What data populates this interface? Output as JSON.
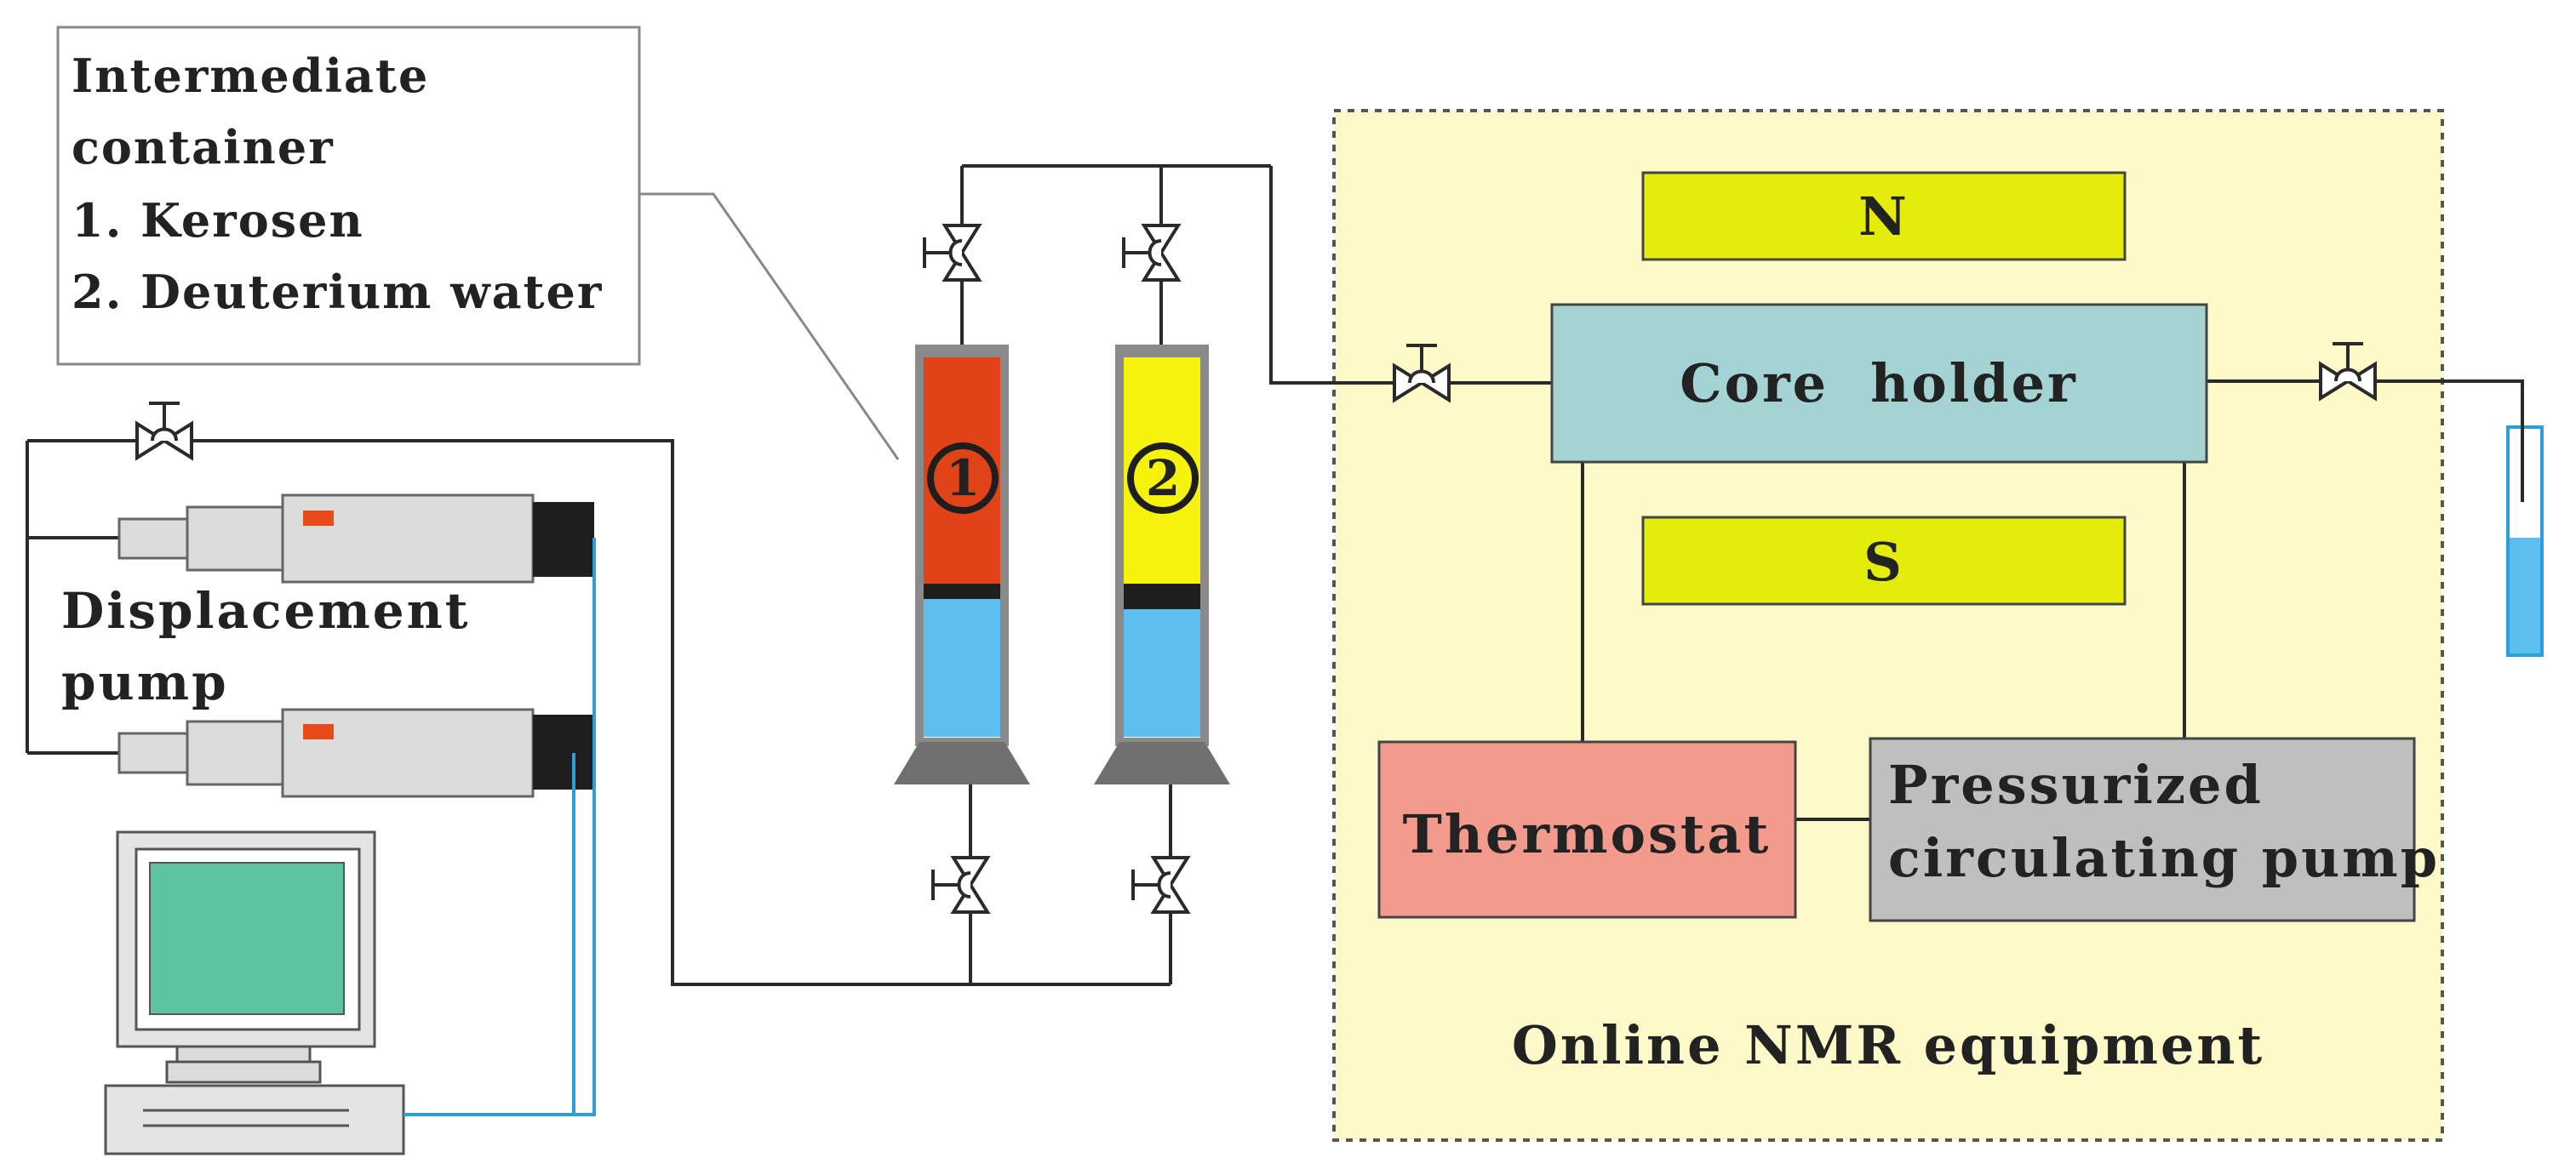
{
  "callout": {
    "lines": [
      "Intermediate",
      "container",
      "1. Kerosen",
      "2. Deuterium water"
    ]
  },
  "pump": {
    "label_line1": "Displacement",
    "label_line2": "pump"
  },
  "containers": {
    "c1_number": "1",
    "c2_number": "2"
  },
  "nmr": {
    "magnet_n": "N",
    "magnet_s": "S",
    "core_holder": "Core  holder",
    "thermostat": "Thermostat",
    "circ_pump_line1": "Pressurized",
    "circ_pump_line2": "circulating pump",
    "equipment_label": "Online NMR equipment"
  },
  "colors": {
    "nmr_background": "#fdf9c8",
    "magnet": "#e4ec0a",
    "core_holder": "#a3d3d3",
    "thermostat": "#f29a8c",
    "circ_pump": "#bfbfbf",
    "kerosene": "#e04318",
    "deuterium_water": "#f5f20d",
    "water": "#5ebef0",
    "computer_screen": "#5ec4a0",
    "wire": "#2a9fd8"
  }
}
